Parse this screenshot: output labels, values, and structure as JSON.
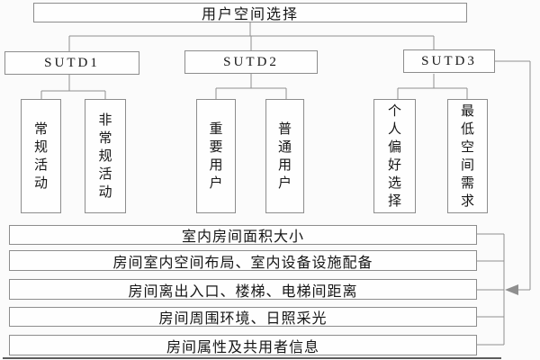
{
  "diagram": {
    "title": "用户空间选择",
    "branches": [
      {
        "label": "SUTD1",
        "children": [
          "常规活动",
          "非常规活动"
        ]
      },
      {
        "label": "SUTD2",
        "children": [
          "重要用户",
          "普通用户"
        ]
      },
      {
        "label": "SUTD3",
        "children": [
          "个人偏好选择",
          "最低空间需求"
        ]
      }
    ],
    "criteria": [
      "室内房间面积大小",
      "房间室内空间布局、室内设备设施配备",
      "房间离出入口、楼梯、电梯间距离",
      "房间周围环境、日照采光",
      "房间属性及共用者信息"
    ],
    "icons": {
      "feedback_arrow": "left-arrowhead"
    },
    "colors": {
      "line": "#8f8f8f",
      "border": "#8d8d8d",
      "text": "#161616",
      "background": "#fbfbfb",
      "bottom_edge": "#3f3f3f"
    }
  }
}
